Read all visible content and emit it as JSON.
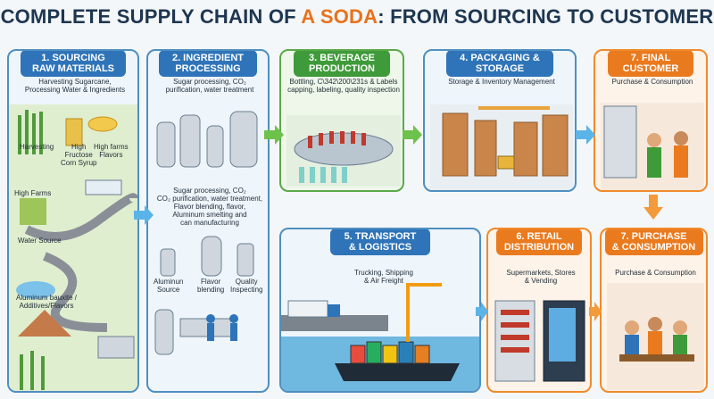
{
  "title": {
    "part1": "COMPLETE SUPPLY CHAIN OF ",
    "highlight": "A SODA",
    "part2": ": FROM SOURCING TO CUSTOMER"
  },
  "panels": {
    "sourcing": {
      "header": [
        "1. SOURCING",
        "RAW MATERIALS"
      ],
      "subtitle": [
        "Harvesting Sugarcane,",
        "Processing Water & Ingredients"
      ],
      "labels": {
        "harvesting": "Harvesting",
        "hfcs": [
          "High",
          "Fructose",
          "Corn Syrup"
        ],
        "highfarms_flavors": [
          "High farms",
          "Flavors"
        ],
        "high_farms": "High Farms",
        "water_source": "Water Source",
        "aluminum": [
          "Aluminum bauxite /",
          "Additives/Flavors"
        ]
      }
    },
    "processing": {
      "header": [
        "2. INGREDIENT",
        "PROCESSING"
      ],
      "subtitle": [
        "Sugar processing, CO₂",
        "purification, water treatment"
      ],
      "detail": [
        "Sugar processing, CO₂",
        "CO₂ purification, water treatment,",
        "Flavor blending, flavor,",
        "Aluminum smelting and",
        "can manufacturing"
      ],
      "labels": {
        "aluminum_source": [
          "Aluminun",
          "Source"
        ],
        "flavor_blending": [
          "Flavor",
          "blending"
        ],
        "quality": [
          "Quality",
          "Inspecting"
        ]
      }
    },
    "production": {
      "header": [
        "3. BEVERAGE",
        "PRODUCTION"
      ],
      "subtitle": [
        "Bottling, C\\342\\200\\231s & Labels",
        "capping, labeling, quality inspection"
      ]
    },
    "packaging": {
      "header": [
        "4. PACKAGING &",
        "STORAGE"
      ],
      "subtitle": [
        "Storage & Inventory Management"
      ]
    },
    "final_customer": {
      "header": [
        "7. FINAL",
        "CUSTOMER"
      ],
      "subtitle": [
        "Purchase & Consumption"
      ]
    },
    "transport": {
      "header": [
        "5. TRANSPORT",
        "& LOGISTICS"
      ],
      "subtitle": [
        "Trucking, Shipping",
        "& Air Freight"
      ]
    },
    "retail": {
      "header": [
        "6. RETAIL",
        "DISTRIBUTION"
      ],
      "subtitle": [
        "Supermarkets, Stores",
        "& Vending"
      ]
    },
    "purchase": {
      "header": [
        "7. PURCHASE",
        "& CONSUMPTION"
      ],
      "subtitle": [
        "Purchase & Consumption"
      ]
    }
  },
  "colors": {
    "blue": "#2f74b8",
    "green": "#3f9a3a",
    "orange": "#ea7a1e",
    "arrow_blue": "#5bb4e8",
    "arrow_green": "#6cc24a",
    "arrow_orange": "#f39a3a"
  }
}
